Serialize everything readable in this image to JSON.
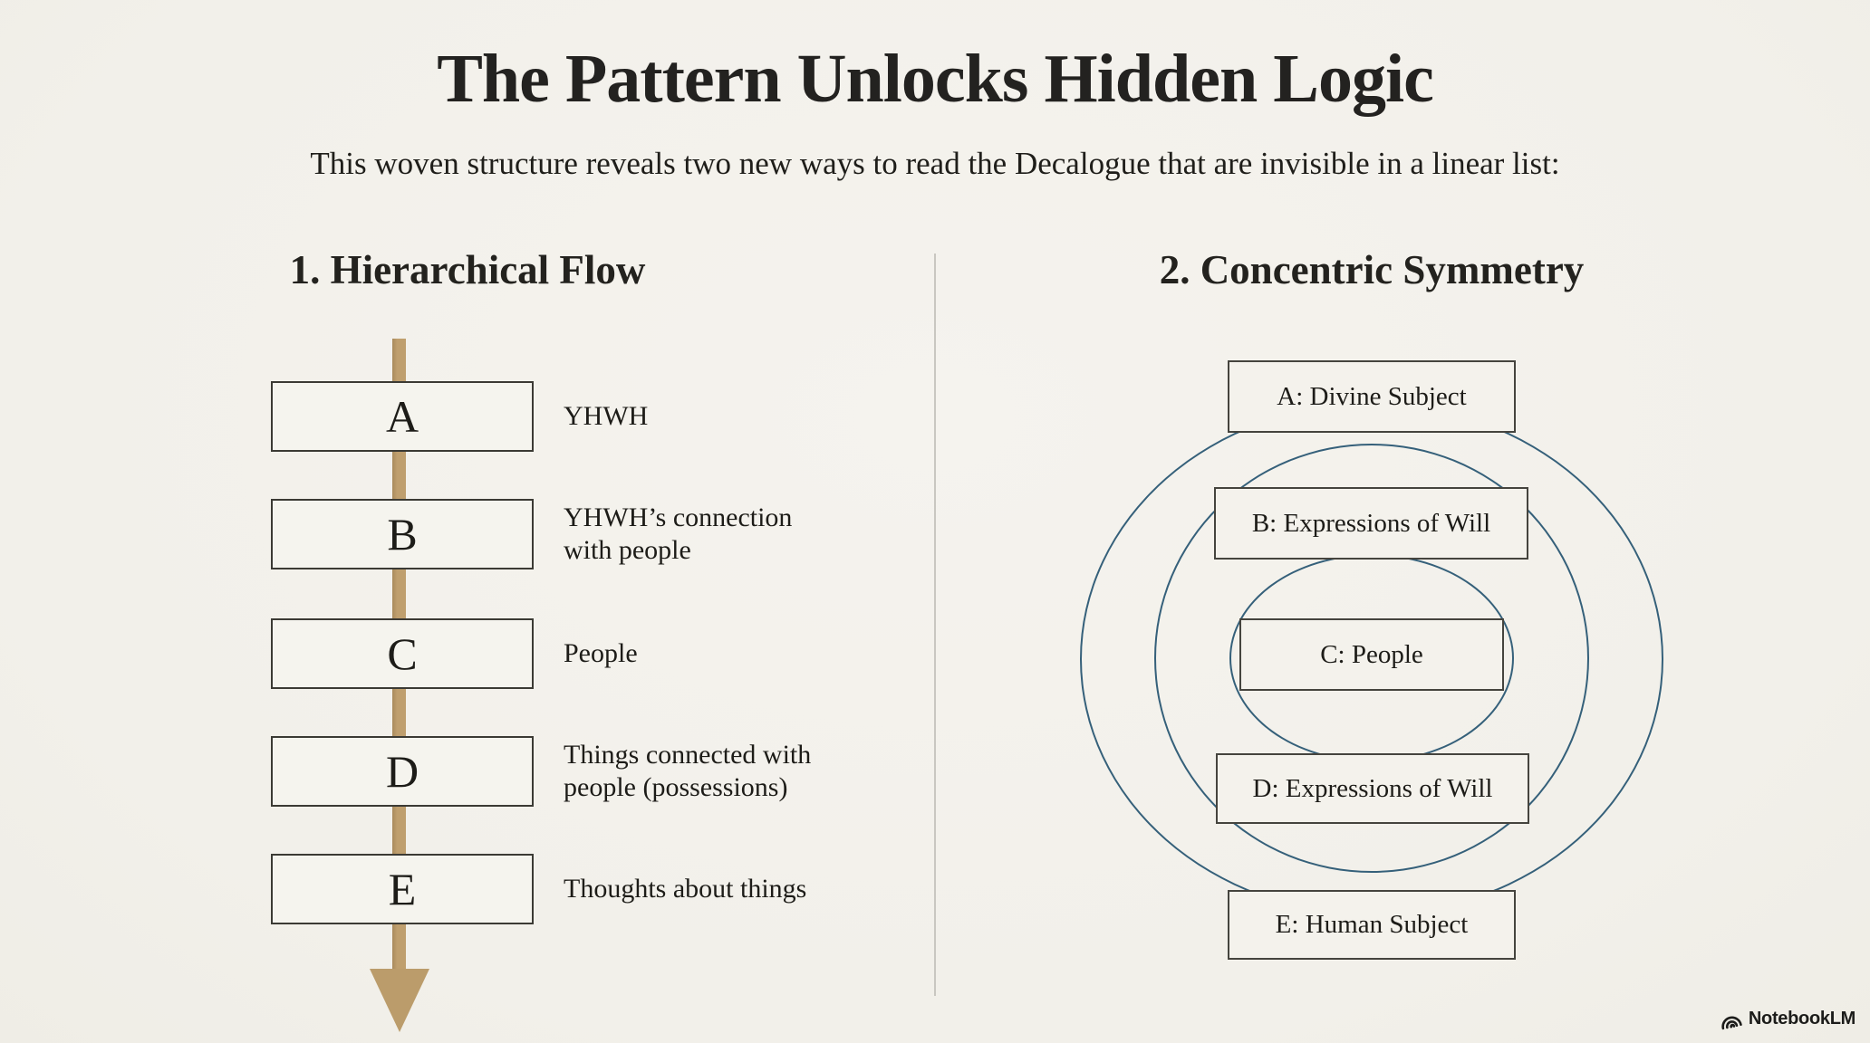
{
  "page": {
    "title": "The Pattern Unlocks Hidden Logic",
    "subtitle": "This woven structure reveals two new ways to read the Decalogue that are invisible in a linear list:",
    "background_color": "#f3f1eb",
    "text_color": "#23221e"
  },
  "hierarchical_flow": {
    "heading": "1. Hierarchical Flow",
    "arrow_color": "#bb9c6b",
    "box_border_color": "#3b3a34",
    "items": [
      {
        "letter": "A",
        "label": "YHWH"
      },
      {
        "letter": "B",
        "label": "YHWH’s connection\nwith people"
      },
      {
        "letter": "C",
        "label": "People"
      },
      {
        "letter": "D",
        "label": "Things connected with\npeople (possessions)"
      },
      {
        "letter": "E",
        "label": "Thoughts about things"
      }
    ]
  },
  "concentric_symmetry": {
    "heading": "2. Concentric Symmetry",
    "ring_color": "#35607a",
    "rings": [
      {
        "label": "A: Divine Subject"
      },
      {
        "label": "B: Expressions of Will"
      },
      {
        "label": "C: People"
      },
      {
        "label": "D: Expressions of Will"
      },
      {
        "label": "E: Human Subject"
      }
    ]
  },
  "branding": {
    "logo_text": "NotebookLM"
  }
}
